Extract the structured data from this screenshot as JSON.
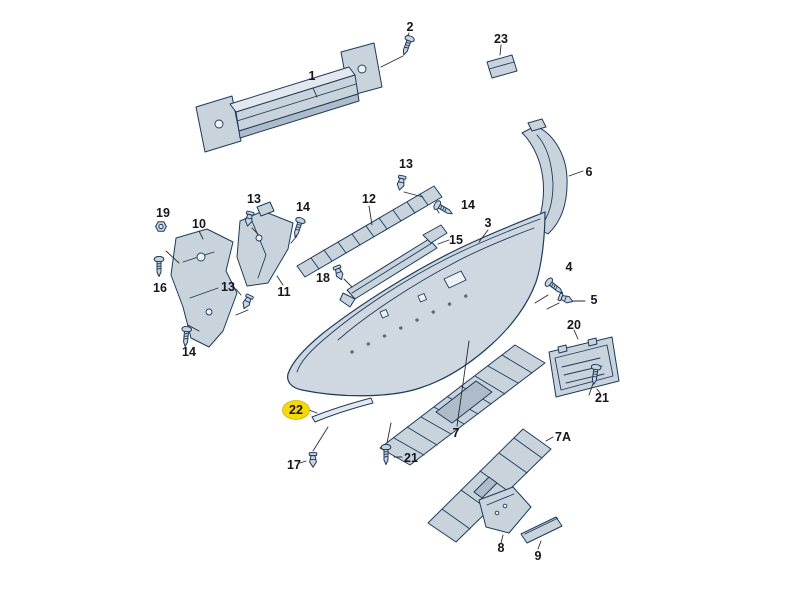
{
  "diagram": {
    "type": "exploded-parts-diagram",
    "description": "rear bumper assembly exploded view",
    "highlighted_part": "22",
    "colors": {
      "outline": "#1d3b5c",
      "part_fill": "#c9d3dc",
      "highlight": "#f6d70d",
      "background": "#ffffff"
    },
    "labels": {
      "l1": "1",
      "l2": "2",
      "l3": "3",
      "l4": "4",
      "l5": "5",
      "l6": "6",
      "l7": "7",
      "l7a": "7A",
      "l8": "8",
      "l9": "9",
      "l10": "10",
      "l11": "11",
      "l12": "12",
      "l13a": "13",
      "l13b": "13",
      "l13c": "13",
      "l14a": "14",
      "l14b": "14",
      "l14c": "14",
      "l15": "15",
      "l16": "16",
      "l17": "17",
      "l18": "18",
      "l19": "19",
      "l20": "20",
      "l21a": "21",
      "l21b": "21",
      "l22": "22",
      "l23": "23"
    }
  }
}
